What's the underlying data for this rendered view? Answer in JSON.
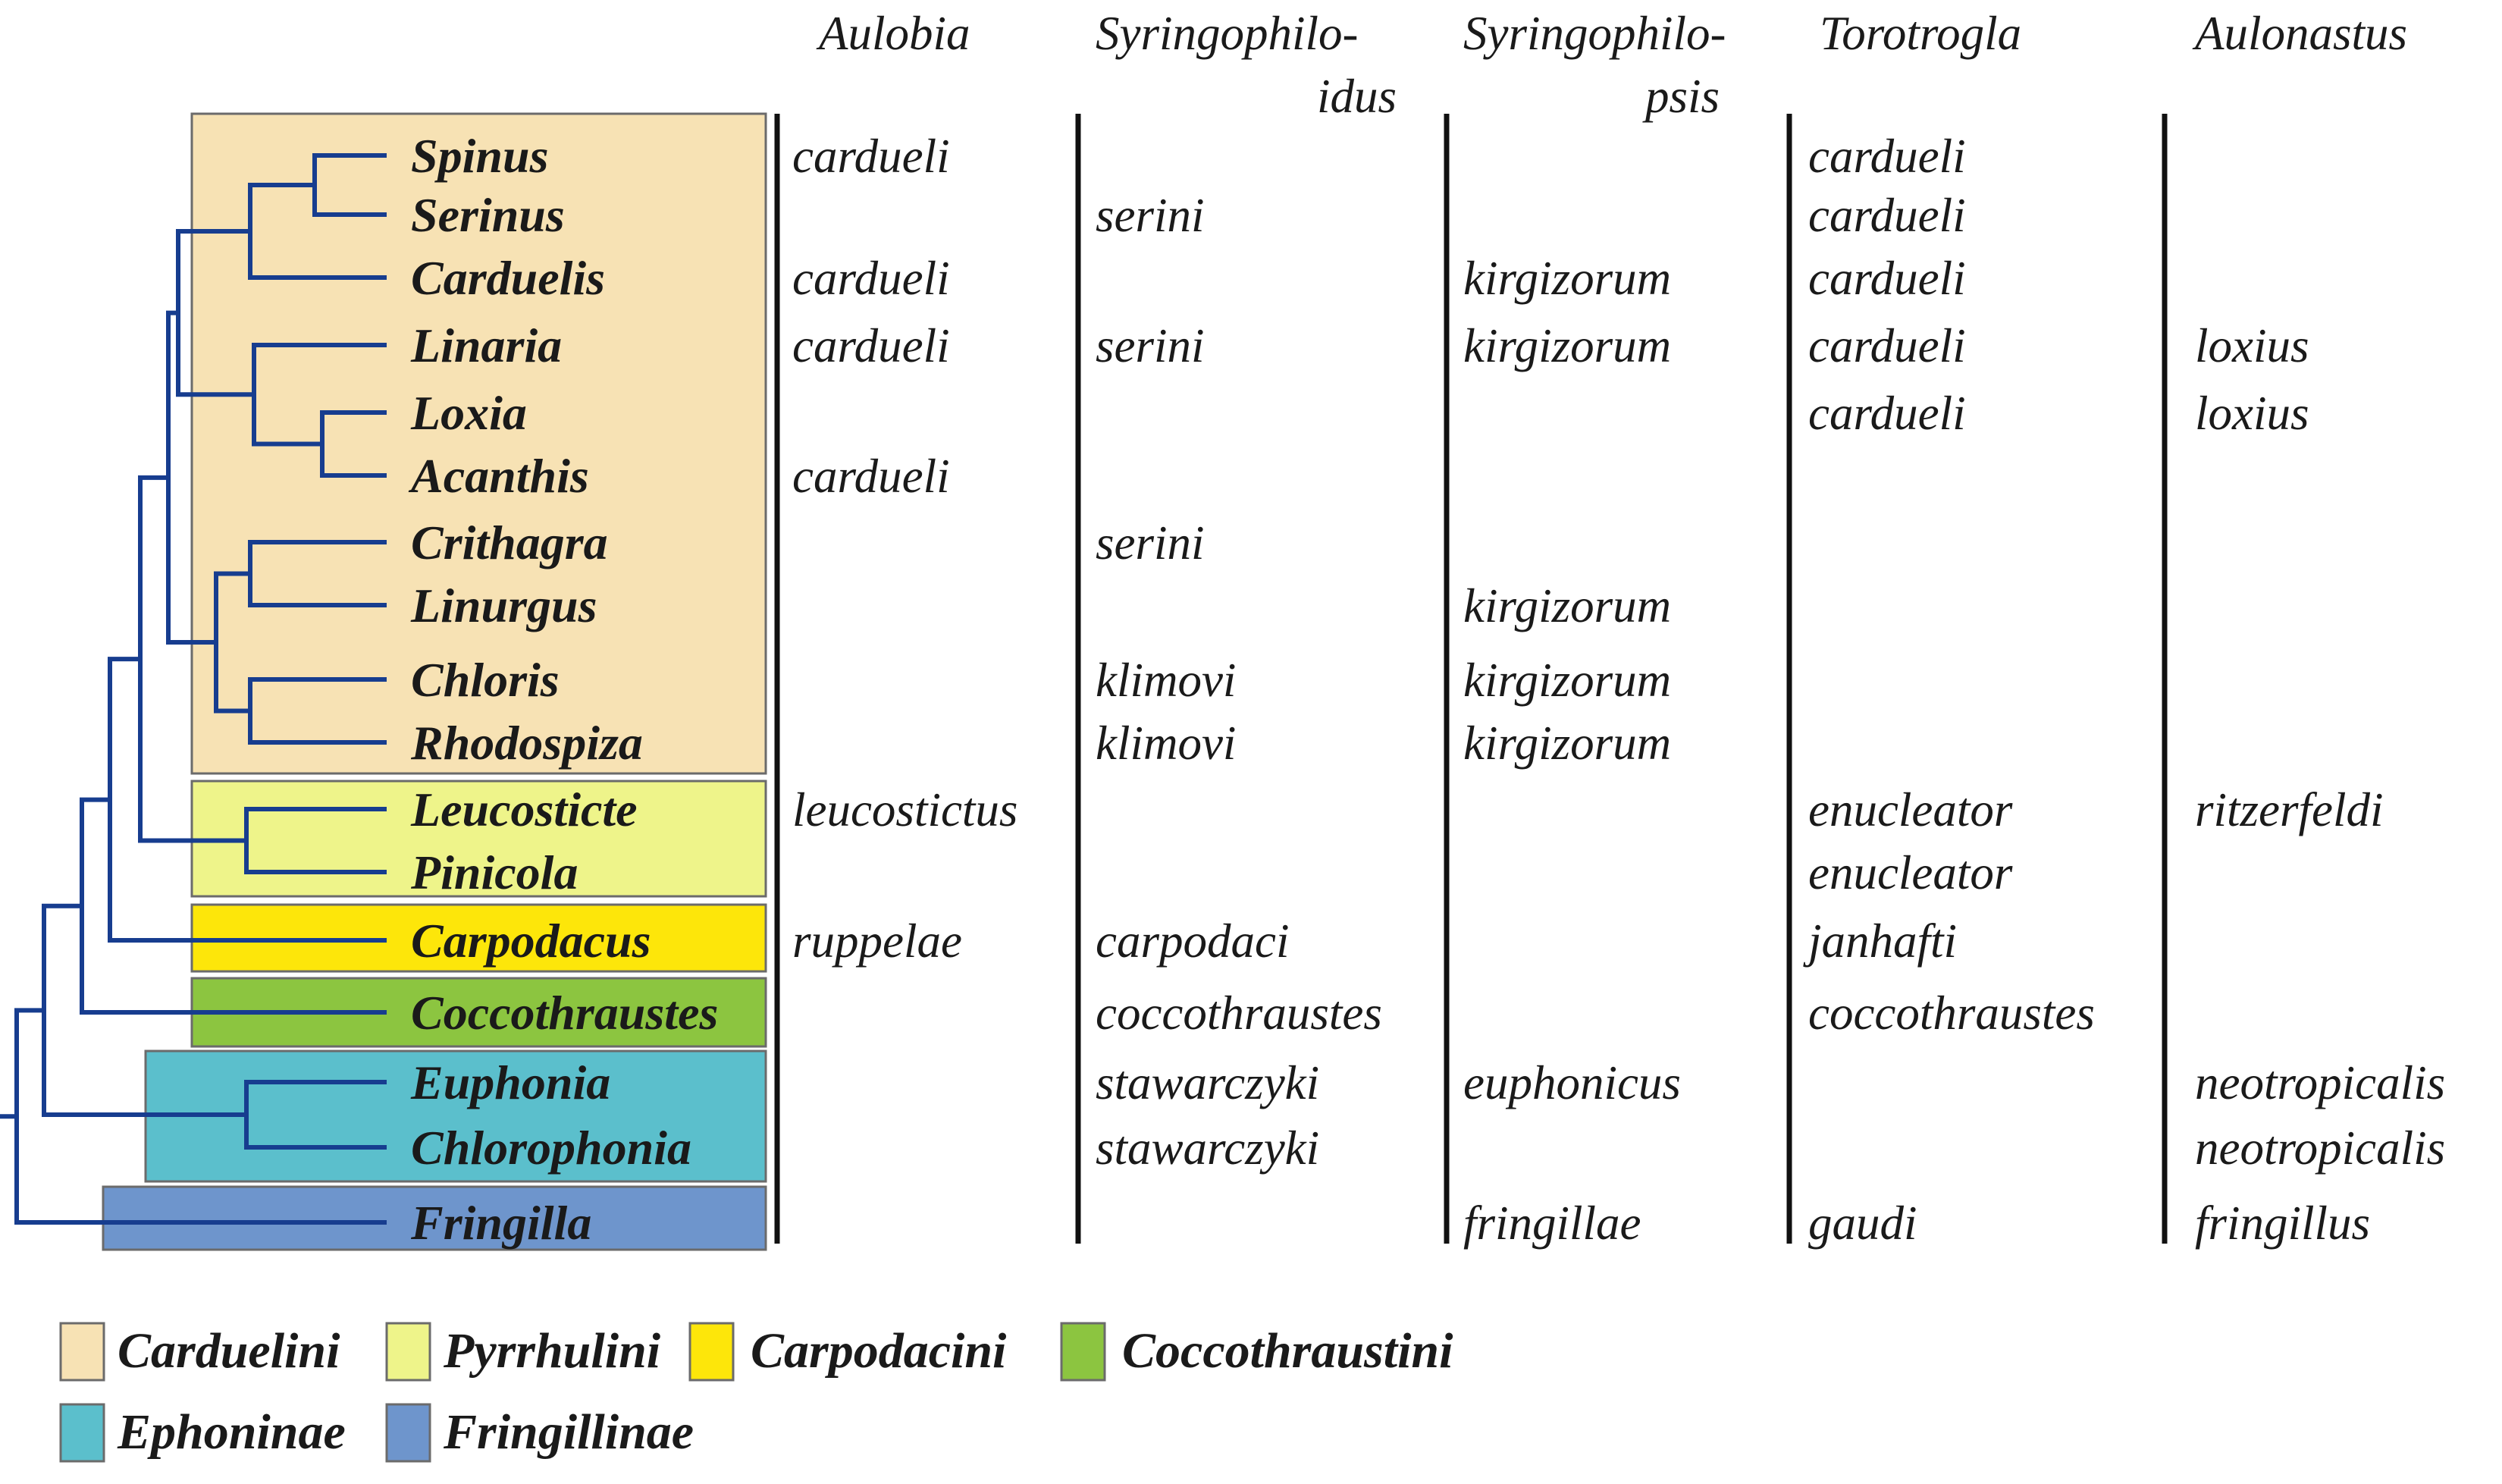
{
  "columns": [
    {
      "head": [
        "Aulobia"
      ],
      "align": "left"
    },
    {
      "head": [
        "Syringophilo-",
        "idus"
      ],
      "align": "right"
    },
    {
      "head": [
        "Syringophilo-",
        "psis"
      ],
      "align": "right"
    },
    {
      "head": [
        "Torotrogla"
      ],
      "align": "left"
    },
    {
      "head": [
        "Aulonastus"
      ],
      "align": "left"
    }
  ],
  "genera": [
    {
      "name": "Spinus",
      "group": "Carduelini",
      "hosts": [
        "cardueli",
        "",
        "",
        "cardueli",
        ""
      ]
    },
    {
      "name": "Serinus",
      "group": "Carduelini",
      "hosts": [
        "",
        "serini",
        "",
        "cardueli",
        ""
      ]
    },
    {
      "name": "Carduelis",
      "group": "Carduelini",
      "hosts": [
        "cardueli",
        "",
        "kirgizorum",
        "cardueli",
        ""
      ]
    },
    {
      "name": "Linaria",
      "group": "Carduelini",
      "hosts": [
        "cardueli",
        "serini",
        "kirgizorum",
        "cardueli",
        "loxius"
      ]
    },
    {
      "name": "Loxia",
      "group": "Carduelini",
      "hosts": [
        "",
        "",
        "",
        "cardueli",
        "loxius"
      ]
    },
    {
      "name": "Acanthis",
      "group": "Carduelini",
      "hosts": [
        "cardueli",
        "",
        "",
        "",
        ""
      ]
    },
    {
      "name": "Crithagra",
      "group": "Carduelini",
      "hosts": [
        "",
        "serini",
        "",
        "",
        ""
      ]
    },
    {
      "name": "Linurgus",
      "group": "Carduelini",
      "hosts": [
        "",
        "",
        "kirgizorum",
        "",
        ""
      ]
    },
    {
      "name": "Chloris",
      "group": "Carduelini",
      "hosts": [
        "",
        "klimovi",
        "kirgizorum",
        "",
        ""
      ]
    },
    {
      "name": "Rhodospiza",
      "group": "Carduelini",
      "hosts": [
        "",
        "klimovi",
        "kirgizorum",
        "",
        ""
      ]
    },
    {
      "name": "Leucosticte",
      "group": "Pyrrhulini",
      "hosts": [
        "leucostictus",
        "",
        "",
        "enucleator",
        "ritzerfeldi"
      ]
    },
    {
      "name": "Pinicola",
      "group": "Pyrrhulini",
      "hosts": [
        "",
        "",
        "",
        "enucleator",
        ""
      ]
    },
    {
      "name": "Carpodacus",
      "group": "Carpodacini",
      "hosts": [
        "ruppelae",
        "carpodaci",
        "",
        "janhafti",
        ""
      ]
    },
    {
      "name": "Coccothraustes",
      "group": "Coccothraustini",
      "hosts": [
        "",
        "coccothraustes",
        "",
        "coccothraustes",
        ""
      ]
    },
    {
      "name": "Euphonia",
      "group": "Ephoninae",
      "hosts": [
        "",
        "stawarczyki",
        "euphonicus",
        "",
        "neotropicalis"
      ]
    },
    {
      "name": "Chlorophonia",
      "group": "Ephoninae",
      "hosts": [
        "",
        "stawarczyki",
        "",
        "",
        "neotropicalis"
      ]
    },
    {
      "name": "Fringilla",
      "group": "Fringillinae",
      "hosts": [
        "",
        "",
        "fringillae",
        "gaudi",
        "fringillus"
      ]
    }
  ],
  "legend": [
    {
      "label": "Carduelini",
      "color": "#f7e2b4"
    },
    {
      "label": "Pyrrhulini",
      "color": "#eef48a"
    },
    {
      "label": "Carpodacini",
      "color": "#fde60a"
    },
    {
      "label": "Coccothraustini",
      "color": "#8cc540"
    },
    {
      "label": "Ephoninae",
      "color": "#5bbfcc"
    },
    {
      "label": "Fringillinae",
      "color": "#6e95cc"
    }
  ],
  "colors": {
    "tree_line": "#173d8f",
    "separator": "#111111",
    "box_border": "#6b6b6b"
  }
}
